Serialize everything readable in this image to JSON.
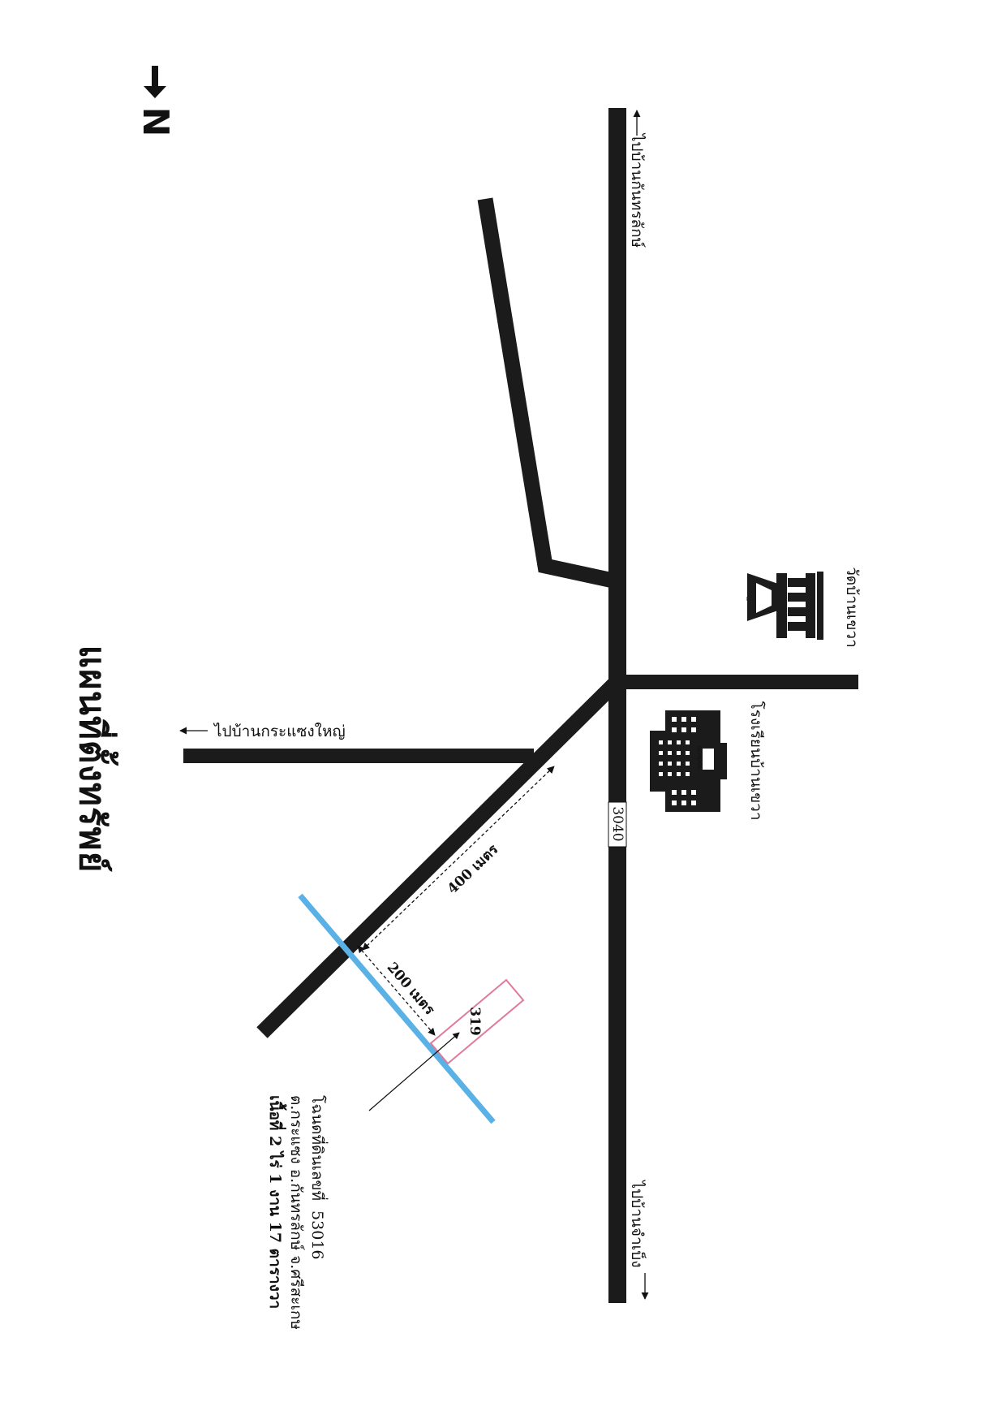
{
  "title": "แผนที่ตั้งทรัพย์",
  "north": "N",
  "destinations": {
    "kanthararak": "ไปบ้านกันทรลักษ์",
    "chambueng": "ไปบ้านจำเบ็ง",
    "krasaengyai": "ไปบ้านกระแซงใหญ่"
  },
  "landmarks": {
    "temple": "วัดบ้านเขวา",
    "school": "โรงเรียนบ้านเขวา",
    "school_sign": "SCHOOL"
  },
  "road_number": "3040",
  "distances": {
    "d400": "400 เมตร",
    "d200": "200 เมตร"
  },
  "parcel": {
    "number": "319"
  },
  "deed": {
    "line1": "โฉนดที่ดินเลขที่  53016",
    "line2": "ต.กระแซง อ.กันทรลักษ์ จ.ศรีสะเกษ",
    "line3": "เนื้อที่ 2 ไร่ 1 งาน 17 ตารางวา"
  },
  "colors": {
    "road": "#1b1b1b",
    "canal": "#5ab1e6",
    "parcel": "#e07a9a"
  },
  "icons": [
    "north-arrow-icon",
    "temple-icon",
    "school-icon",
    "arrow-left-icon",
    "arrow-right-icon"
  ]
}
